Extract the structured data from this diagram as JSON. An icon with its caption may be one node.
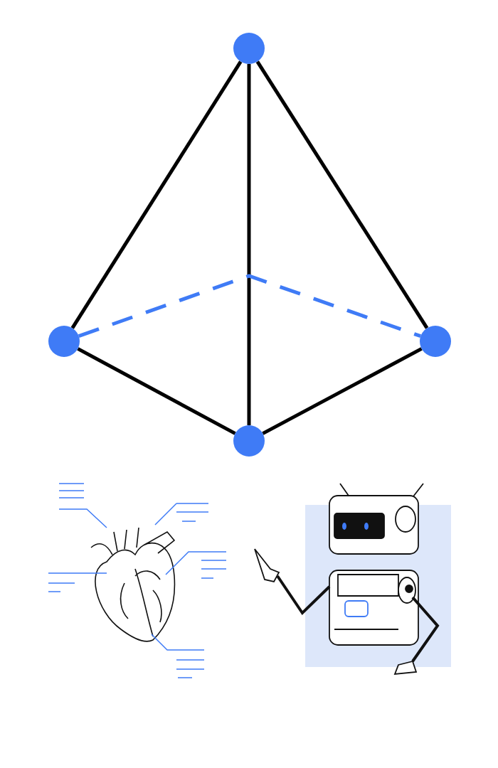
{
  "diagram": {
    "nodes": [
      {
        "text": [],
        "shape": "circle"
      },
      {
        "text": [],
        "shape": "circle"
      },
      {
        "text": [],
        "shape": "circle"
      },
      {
        "text": [],
        "shape": "circle"
      }
    ],
    "edges": [
      {
        "from": 0,
        "to": 1,
        "arrow": "none"
      },
      {
        "from": 0,
        "to": 3,
        "arrow": "none"
      },
      {
        "from": 0,
        "to": 2,
        "arrow": "none"
      },
      {
        "from": 1,
        "to": 3,
        "arrow": "none"
      },
      {
        "from": 2,
        "to": 3,
        "arrow": "none"
      },
      {
        "from": 1,
        "to": 2,
        "arrow": "none",
        "style": "dashed",
        "color": "#3f7bf6"
      }
    ]
  }
}
